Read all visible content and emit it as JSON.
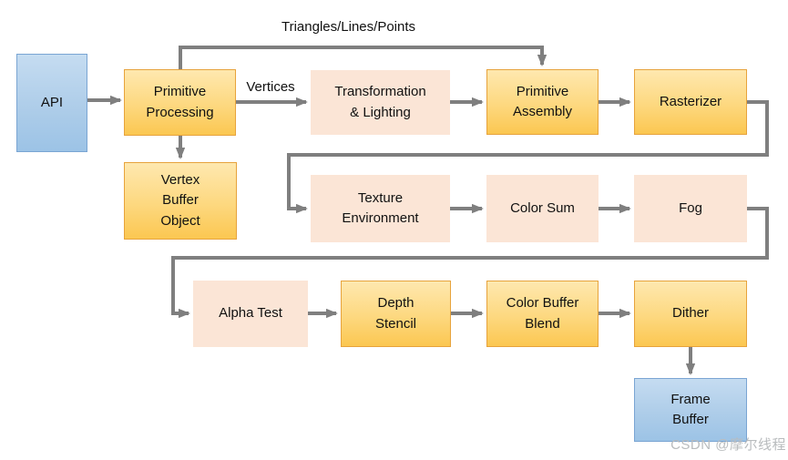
{
  "diagram": {
    "nodes": {
      "api": "API",
      "primitive_processing": "Primitive\nProcessing",
      "vertex_buffer_object": "Vertex\nBuffer\nObject",
      "transformation_lighting": "Transformation\n& Lighting",
      "primitive_assembly": "Primitive\nAssembly",
      "rasterizer": "Rasterizer",
      "texture_environment": "Texture\nEnvironment",
      "color_sum": "Color Sum",
      "fog": "Fog",
      "alpha_test": "Alpha Test",
      "depth_stencil": "Depth\nStencil",
      "color_buffer_blend": "Color Buffer\nBlend",
      "dither": "Dither",
      "frame_buffer": "Frame\nBuffer"
    },
    "edge_labels": {
      "triangles": "Triangles/Lines/Points",
      "vertices": "Vertices"
    },
    "watermark": "CSDN @摩尔线程",
    "colors": {
      "gold_fill_top": "#fee8af",
      "gold_fill_bottom": "#fbc751",
      "gold_border": "#e7a33c",
      "peach_fill": "#fbe5d6",
      "blue_fill_top": "#c5dcf1",
      "blue_fill_bottom": "#9cc3e6",
      "blue_border": "#7aa5d3",
      "arrow": "#7f7f7f",
      "text": "#111111",
      "watermark": "#b9bcbe"
    }
  }
}
